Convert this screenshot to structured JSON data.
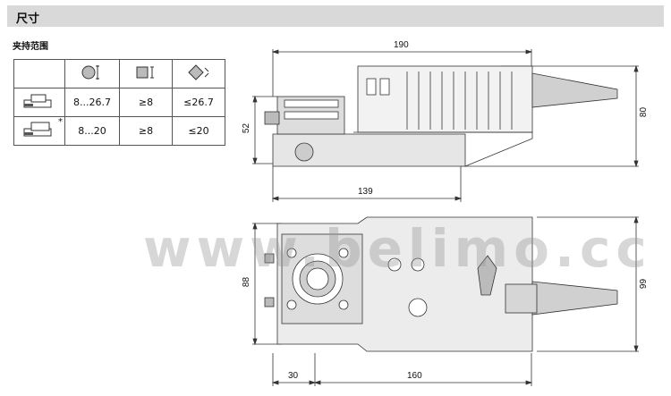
{
  "header": {
    "title": "尺寸"
  },
  "clamp_range": {
    "title": "夹持范围",
    "header_icons": [
      "round-shaft-icon",
      "square-shaft-icon",
      "diamond-shaft-icon"
    ],
    "rows": [
      {
        "icon": "clamp-standard-icon",
        "mark": "",
        "round": "8...26.7",
        "square": "≥8",
        "diamond": "≤26.7"
      },
      {
        "icon": "clamp-alternate-icon",
        "mark": "*",
        "round": "8...20",
        "square": "≥8",
        "diamond": "≤20"
      }
    ]
  },
  "dimensions": {
    "top_width": "190",
    "top_height": "80",
    "top_left_height": "52",
    "top_bottom_width": "139",
    "bottom_left_height": "88",
    "bottom_right_height": "99",
    "bottom_left_width": "30",
    "bottom_width": "160"
  },
  "watermark": "www.belimo.cc"
}
